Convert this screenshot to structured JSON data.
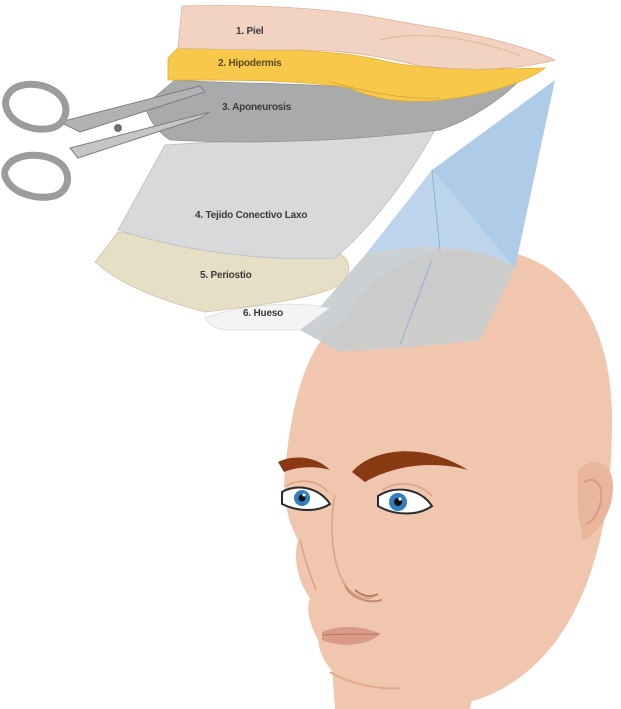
{
  "layers": [
    {
      "number": "1.",
      "name": "Piel",
      "label": "1. Piel",
      "color": "#f2d2c0"
    },
    {
      "number": "2.",
      "name": "Hipodermis",
      "label": "2. Hipodermis",
      "color": "#f7c84a"
    },
    {
      "number": "3.",
      "name": "Aponeurosis",
      "label": "3. Aponeurosis",
      "color": "#a9aaab"
    },
    {
      "number": "4.",
      "name": "Tejido Conectivo Laxo",
      "label": "4. Tejido Conectivo Laxo",
      "color": "#d8d9da"
    },
    {
      "number": "5.",
      "name": "Periostio",
      "label": "5. Periostio",
      "color": "#e6dfc6"
    },
    {
      "number": "6.",
      "name": "Hueso",
      "label": "6. Hueso",
      "color": "#f4f4f4"
    }
  ],
  "colors": {
    "skin": "#f0c6ae",
    "skin_shadow": "#e2ab90",
    "bone_blue": "#bcd4ec",
    "bone_gray": "#c9cdcf",
    "eyebrow": "#8a3a12",
    "iris": "#2f7fc0",
    "lips": "#d99a88",
    "scissors": "#9a9c9e"
  },
  "icons": [
    "scissors-icon",
    "head-illustration"
  ]
}
